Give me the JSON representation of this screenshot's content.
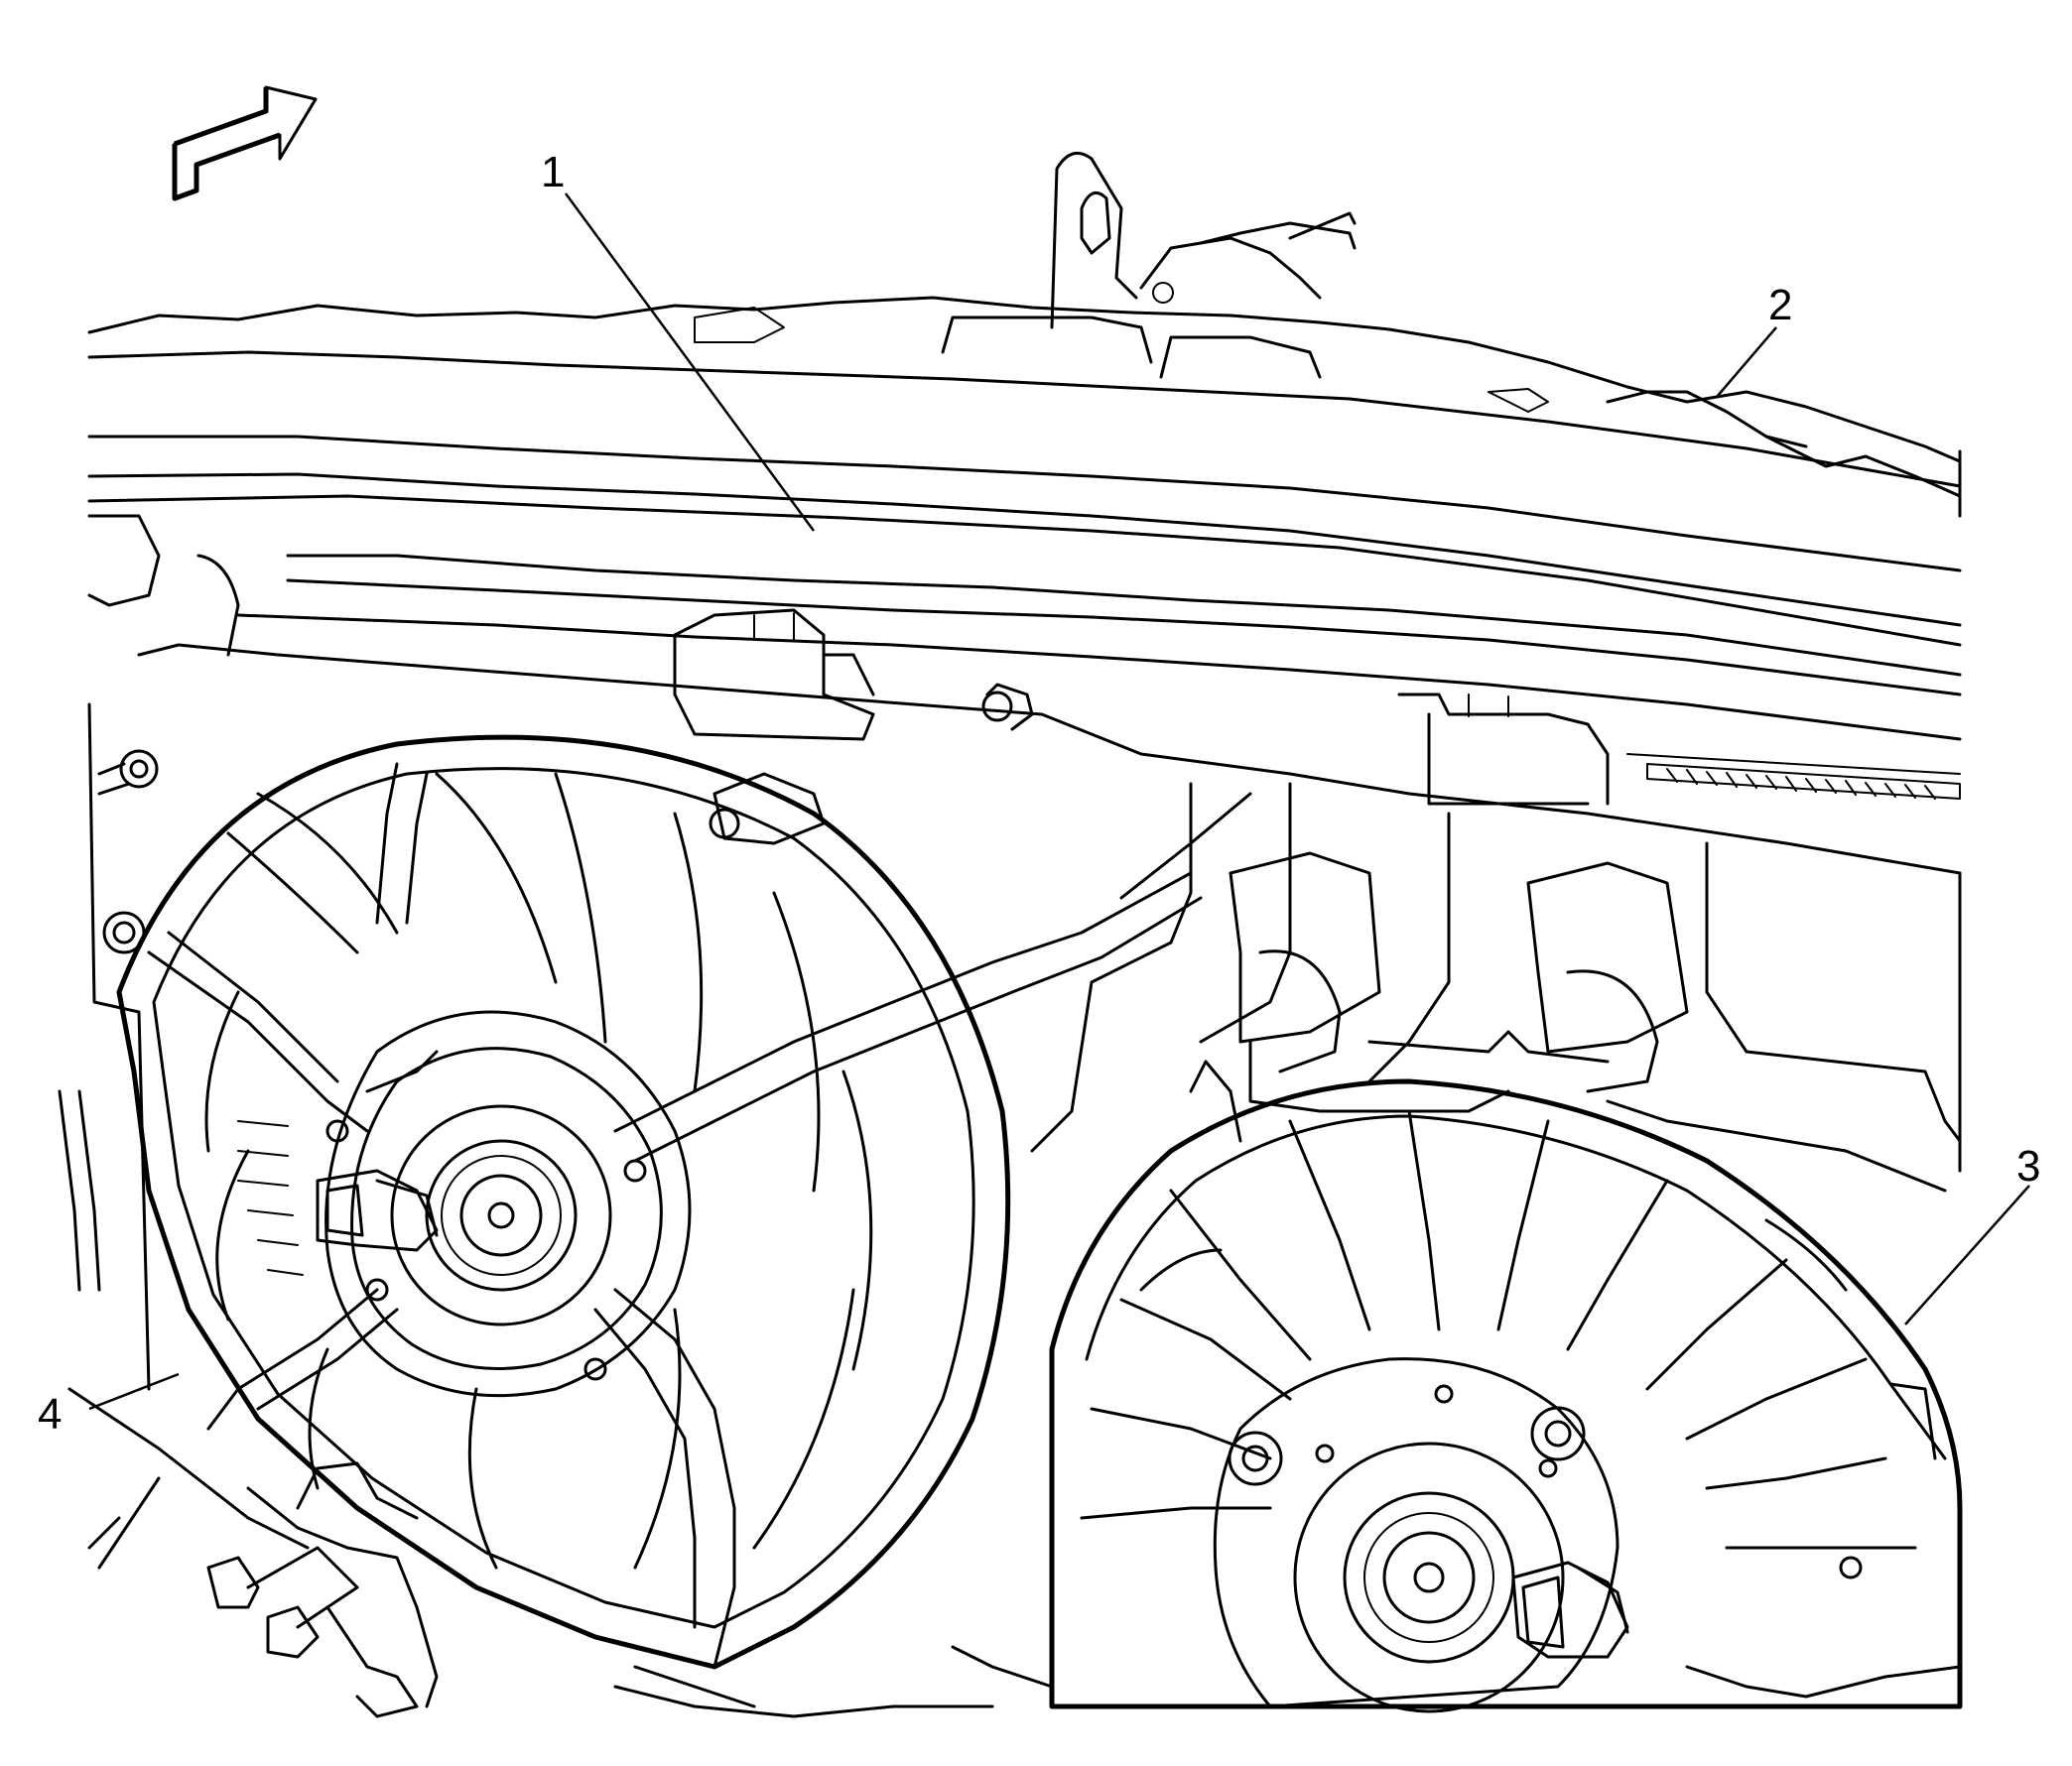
{
  "diagram": {
    "callouts": [
      {
        "id": "1",
        "label": "1"
      },
      {
        "id": "2",
        "label": "2"
      },
      {
        "id": "3",
        "label": "3"
      },
      {
        "id": "4",
        "label": "4"
      }
    ],
    "colors": {
      "line": "#000000",
      "background": "#ffffff"
    },
    "orientation_marker": "direction-arrow-icon"
  }
}
